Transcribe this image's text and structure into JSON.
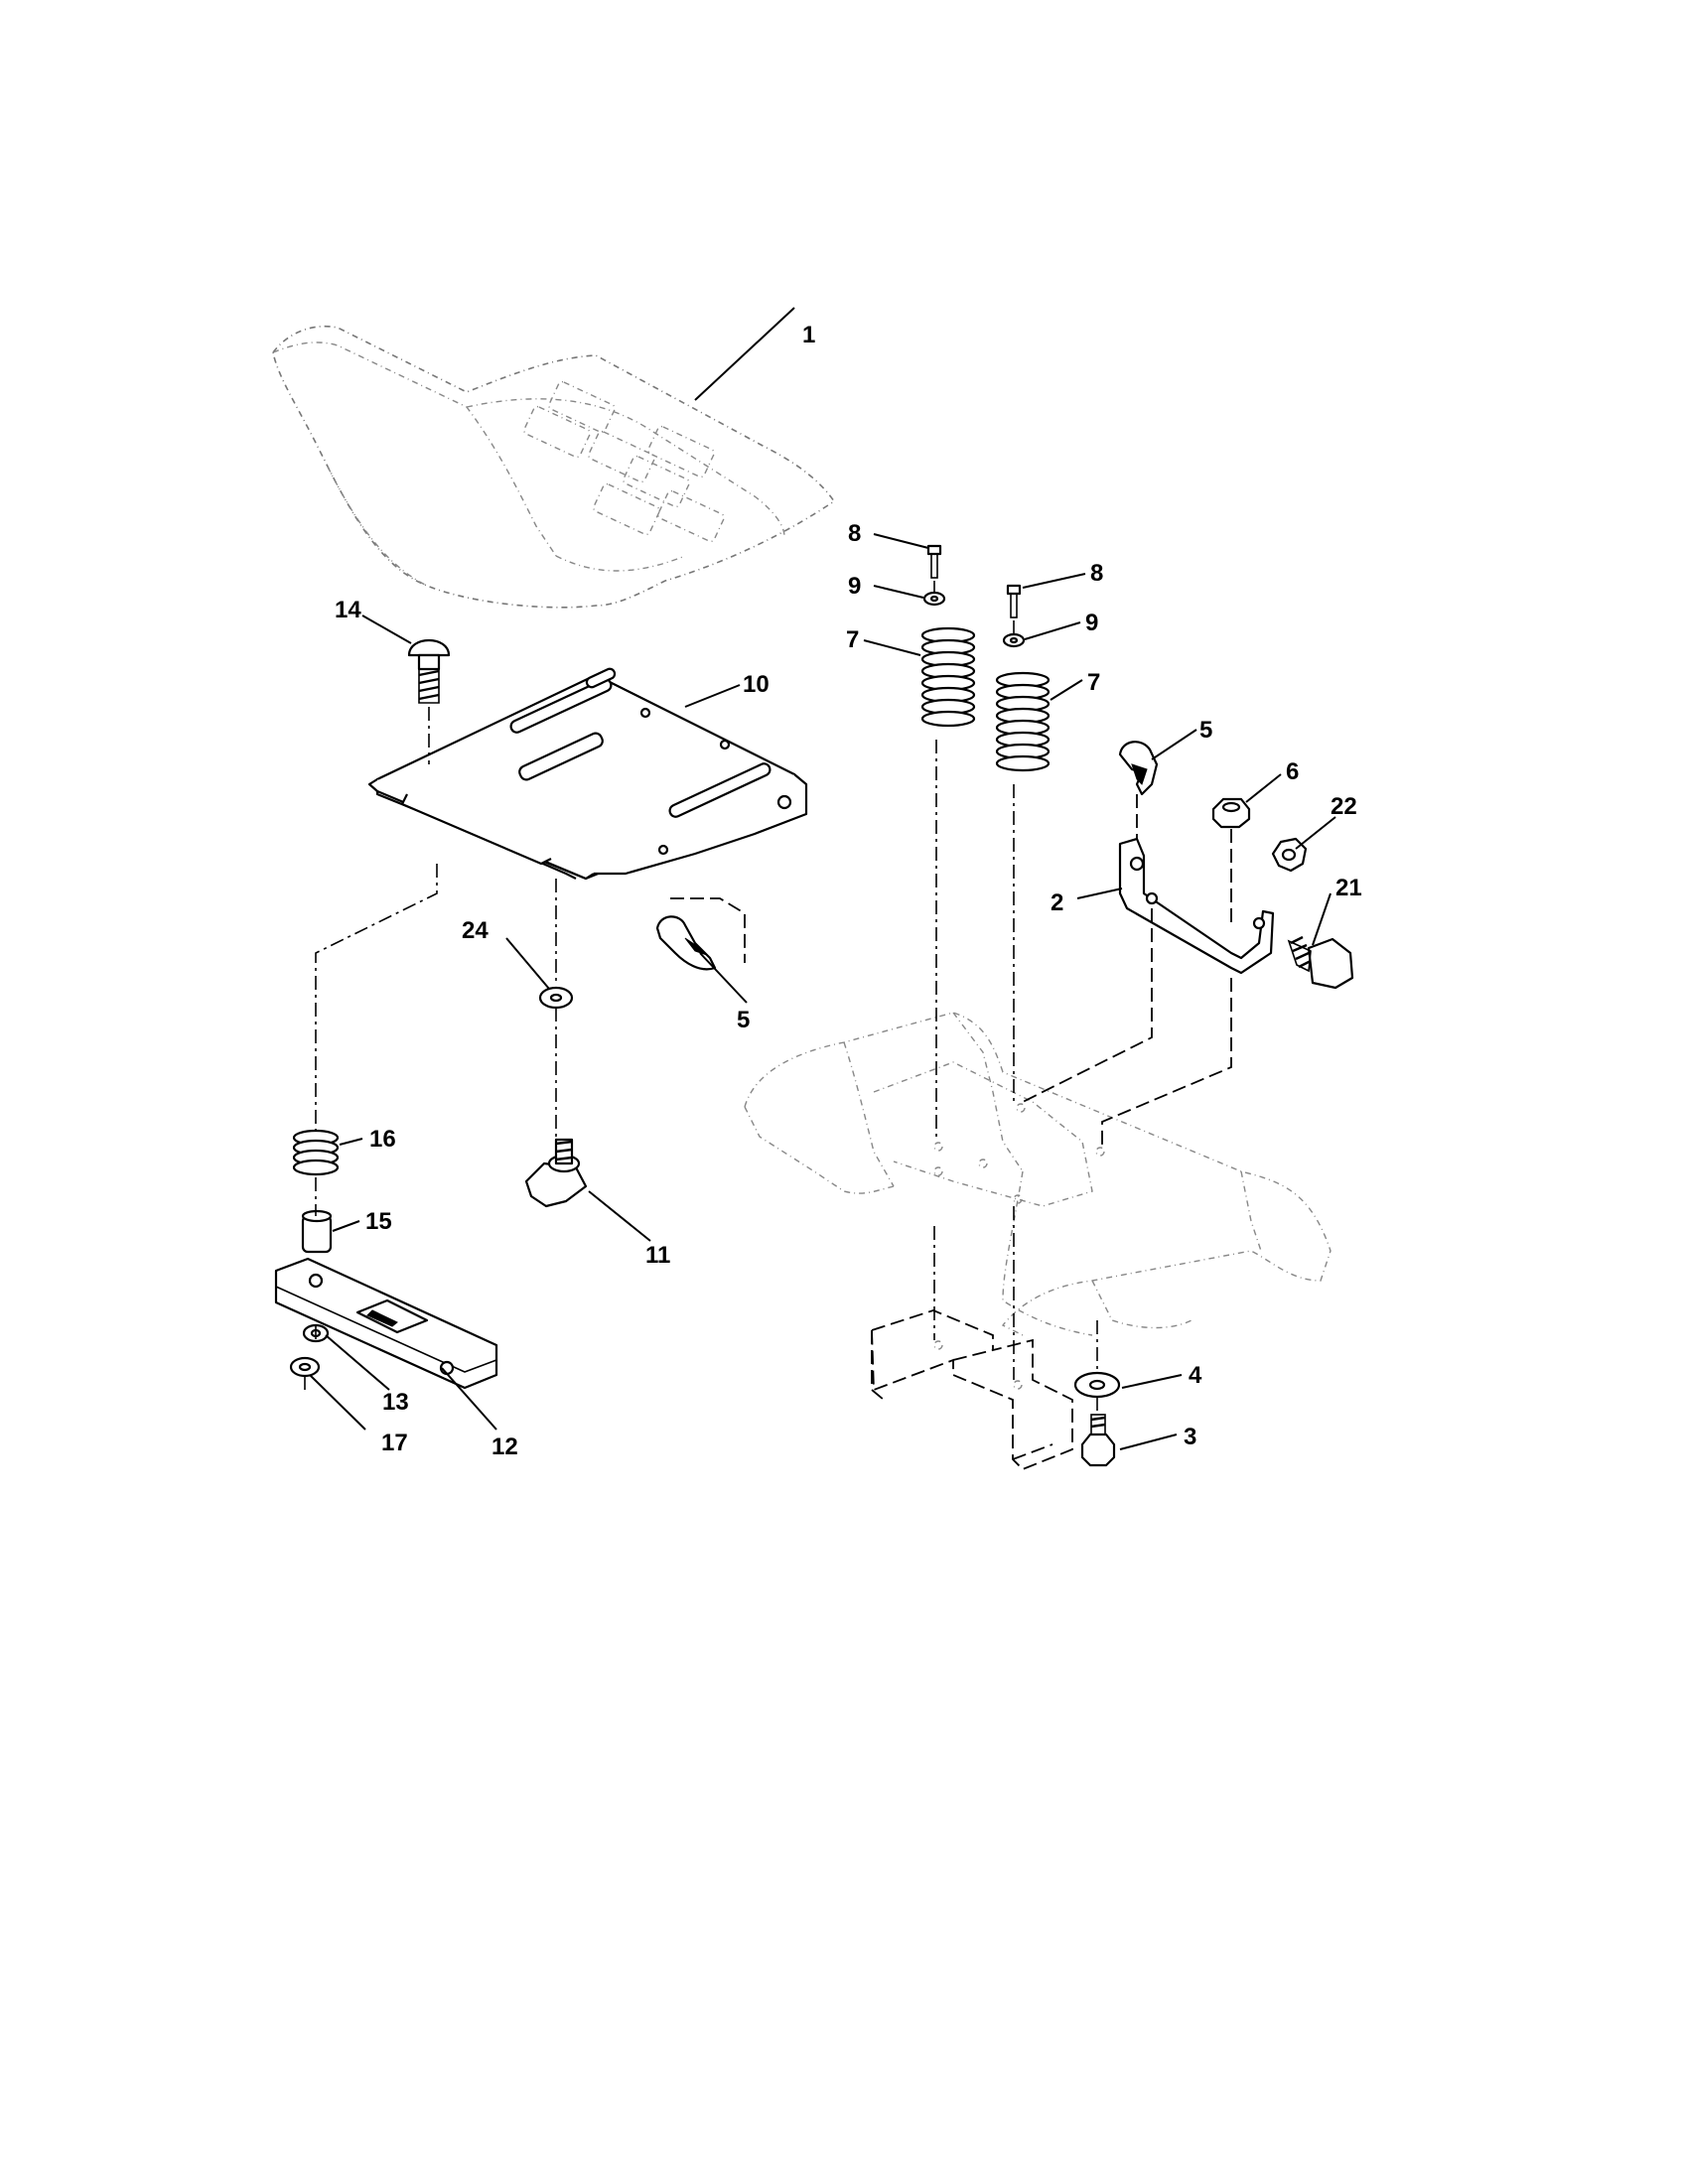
{
  "diagram": {
    "callouts": [
      {
        "id": "c1",
        "label": "1"
      },
      {
        "id": "c2",
        "label": "2"
      },
      {
        "id": "c3",
        "label": "3"
      },
      {
        "id": "c4",
        "label": "4"
      },
      {
        "id": "c5a",
        "label": "5"
      },
      {
        "id": "c5b",
        "label": "5"
      },
      {
        "id": "c6",
        "label": "6"
      },
      {
        "id": "c7a",
        "label": "7"
      },
      {
        "id": "c7b",
        "label": "7"
      },
      {
        "id": "c8a",
        "label": "8"
      },
      {
        "id": "c8b",
        "label": "8"
      },
      {
        "id": "c9a",
        "label": "9"
      },
      {
        "id": "c9b",
        "label": "9"
      },
      {
        "id": "c10",
        "label": "10"
      },
      {
        "id": "c11",
        "label": "11"
      },
      {
        "id": "c12",
        "label": "12"
      },
      {
        "id": "c13",
        "label": "13"
      },
      {
        "id": "c14",
        "label": "14"
      },
      {
        "id": "c15",
        "label": "15"
      },
      {
        "id": "c16",
        "label": "16"
      },
      {
        "id": "c17",
        "label": "17"
      },
      {
        "id": "c21",
        "label": "21"
      },
      {
        "id": "c22",
        "label": "22"
      },
      {
        "id": "c24",
        "label": "24"
      }
    ]
  }
}
